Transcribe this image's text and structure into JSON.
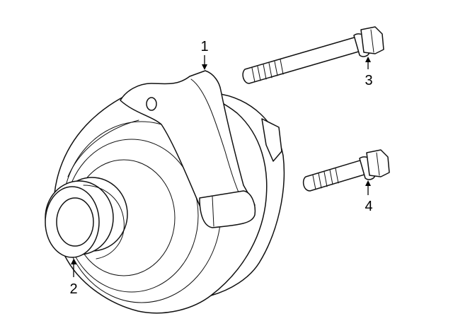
{
  "callouts": [
    {
      "id": "1",
      "label": "1"
    },
    {
      "id": "2",
      "label": "2"
    },
    {
      "id": "3",
      "label": "3"
    },
    {
      "id": "4",
      "label": "4"
    }
  ],
  "colors": {
    "background": "#ffffff",
    "linework": "#111111"
  }
}
